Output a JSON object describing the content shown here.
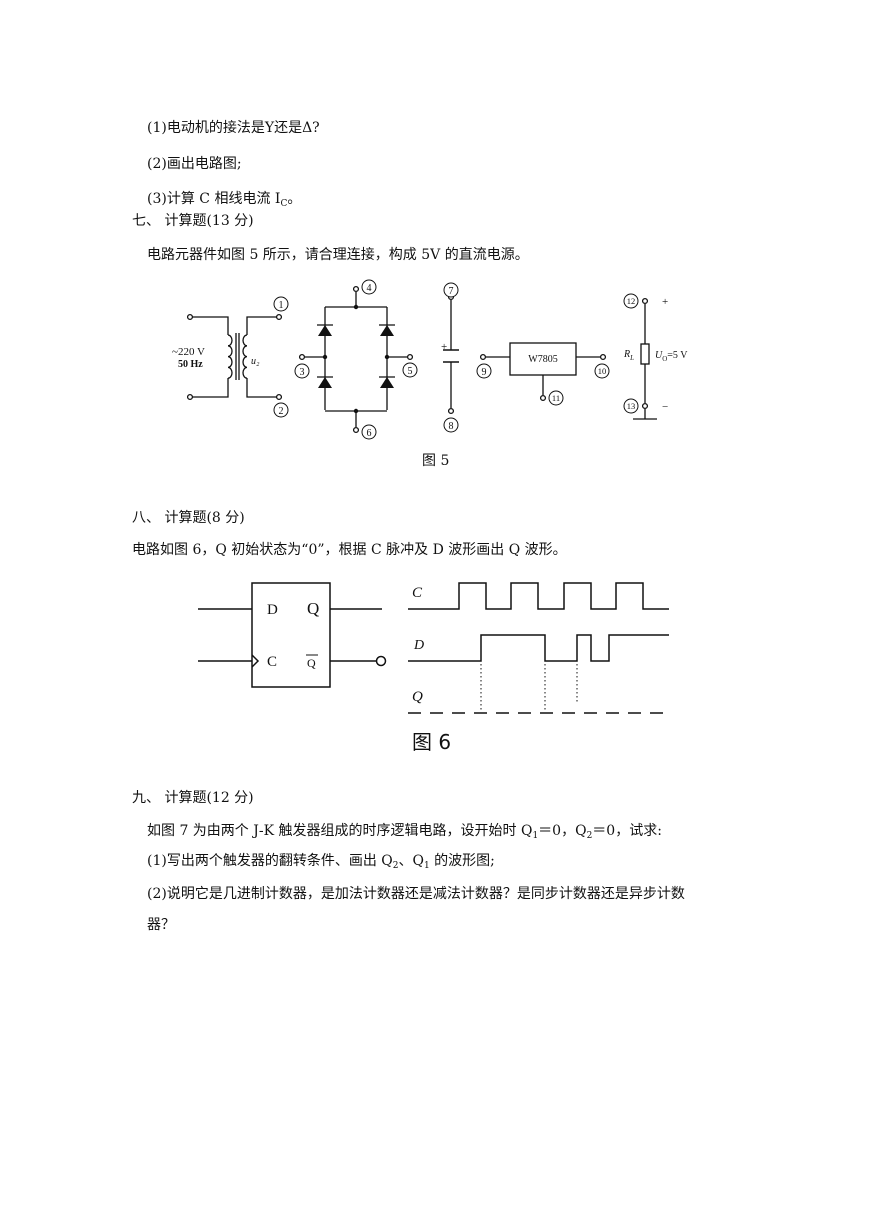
{
  "q6": {
    "item1": "(1)电动机的接法是Y还是Δ?",
    "item2": "(2)画出电路图;",
    "item3_pre": "(3)计算 C 相线电流 I",
    "item3_sub": "C",
    "item3_post": "。"
  },
  "q7": {
    "heading": "七、   计算题(13 分)",
    "text": "电路元器件如图 5 所示，请合理连接，构成 5V 的直流电源。",
    "figure": {
      "caption": "图 5",
      "source_voltage": "~220 V",
      "source_freq": "50 Hz",
      "secondary": "u₂",
      "regulator": "W7805",
      "load_resistor": "R",
      "load_resistor_sub": "L",
      "output_label": "U",
      "output_label_sub": "O",
      "output_value": "=5 V",
      "plus": "+",
      "minus": "−",
      "cap_plus": "+",
      "terminals": [
        "1",
        "2",
        "3",
        "4",
        "5",
        "6",
        "7",
        "8",
        "9",
        "10",
        "11",
        "12",
        "13"
      ]
    }
  },
  "q8": {
    "heading": "八、   计算题(8 分)",
    "text": "电路如图 6，Q 初始状态为“0”，根据 C 脉冲及 D 波形画出 Q 波形。",
    "figure": {
      "caption": "图 6",
      "pin_d": "D",
      "pin_q": "Q",
      "pin_c": "C",
      "pin_qbar": "Q",
      "wave_c": "C",
      "wave_d": "D",
      "wave_q": "Q"
    }
  },
  "q9": {
    "heading": "九、   计算题(12 分)",
    "text_pre": "如图 7 为由两个 J-K 触发器组成的时序逻辑电路，设开始时 Q",
    "text_sub1": "1",
    "text_mid": "＝0，Q",
    "text_sub2": "2",
    "text_post": "＝0，试求:",
    "item1_pre": "(1)写出两个触发器的翻转条件、画出 Q",
    "item1_sub1": "2",
    "item1_mid": "、Q",
    "item1_sub2": "1",
    "item1_post": " 的波形图;",
    "item2_line1": "(2)说明它是几进制计数器，是加法计数器还是减法计数器？是同步计数器还是异步计数",
    "item2_line2": "器？"
  }
}
